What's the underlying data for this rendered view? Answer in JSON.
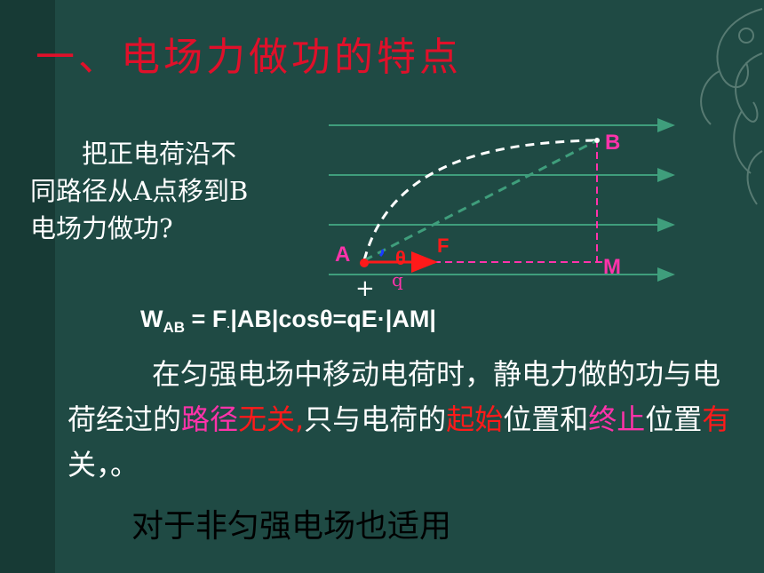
{
  "title": "一、电场力做功的特点",
  "question": {
    "line1": "把正电荷沿不",
    "line2": "同路径从A点移到B",
    "line3": "电场力做功?"
  },
  "diagram": {
    "label_A": "A",
    "label_B": "B",
    "label_M": "M",
    "label_F": "F",
    "label_theta": "θ",
    "label_plus": "+",
    "label_q": "q"
  },
  "formula": {
    "w": "W",
    "sub": "AB",
    "eq": " = F",
    "dot": "·",
    "rest": "|AB|cosθ=qE·|AM|"
  },
  "paragraph": {
    "p1": "在匀强电场中移动电荷时，静电力做的功与电荷经过的",
    "p2": "路径",
    "p3": "无关,",
    "p4": "只与电荷的",
    "p5": "起始",
    "p6": "位置和",
    "p7": "终止",
    "p8": "位置",
    "p9": "有",
    "p10": "关，。"
  },
  "footer": "对于非匀强电场也适用",
  "colors": {
    "background": "#1f4a44",
    "title": "#e0102a",
    "field_lines": "#3f9e7c",
    "label_pink": "#ff33aa",
    "emphasis_red": "#ff1a1a"
  }
}
